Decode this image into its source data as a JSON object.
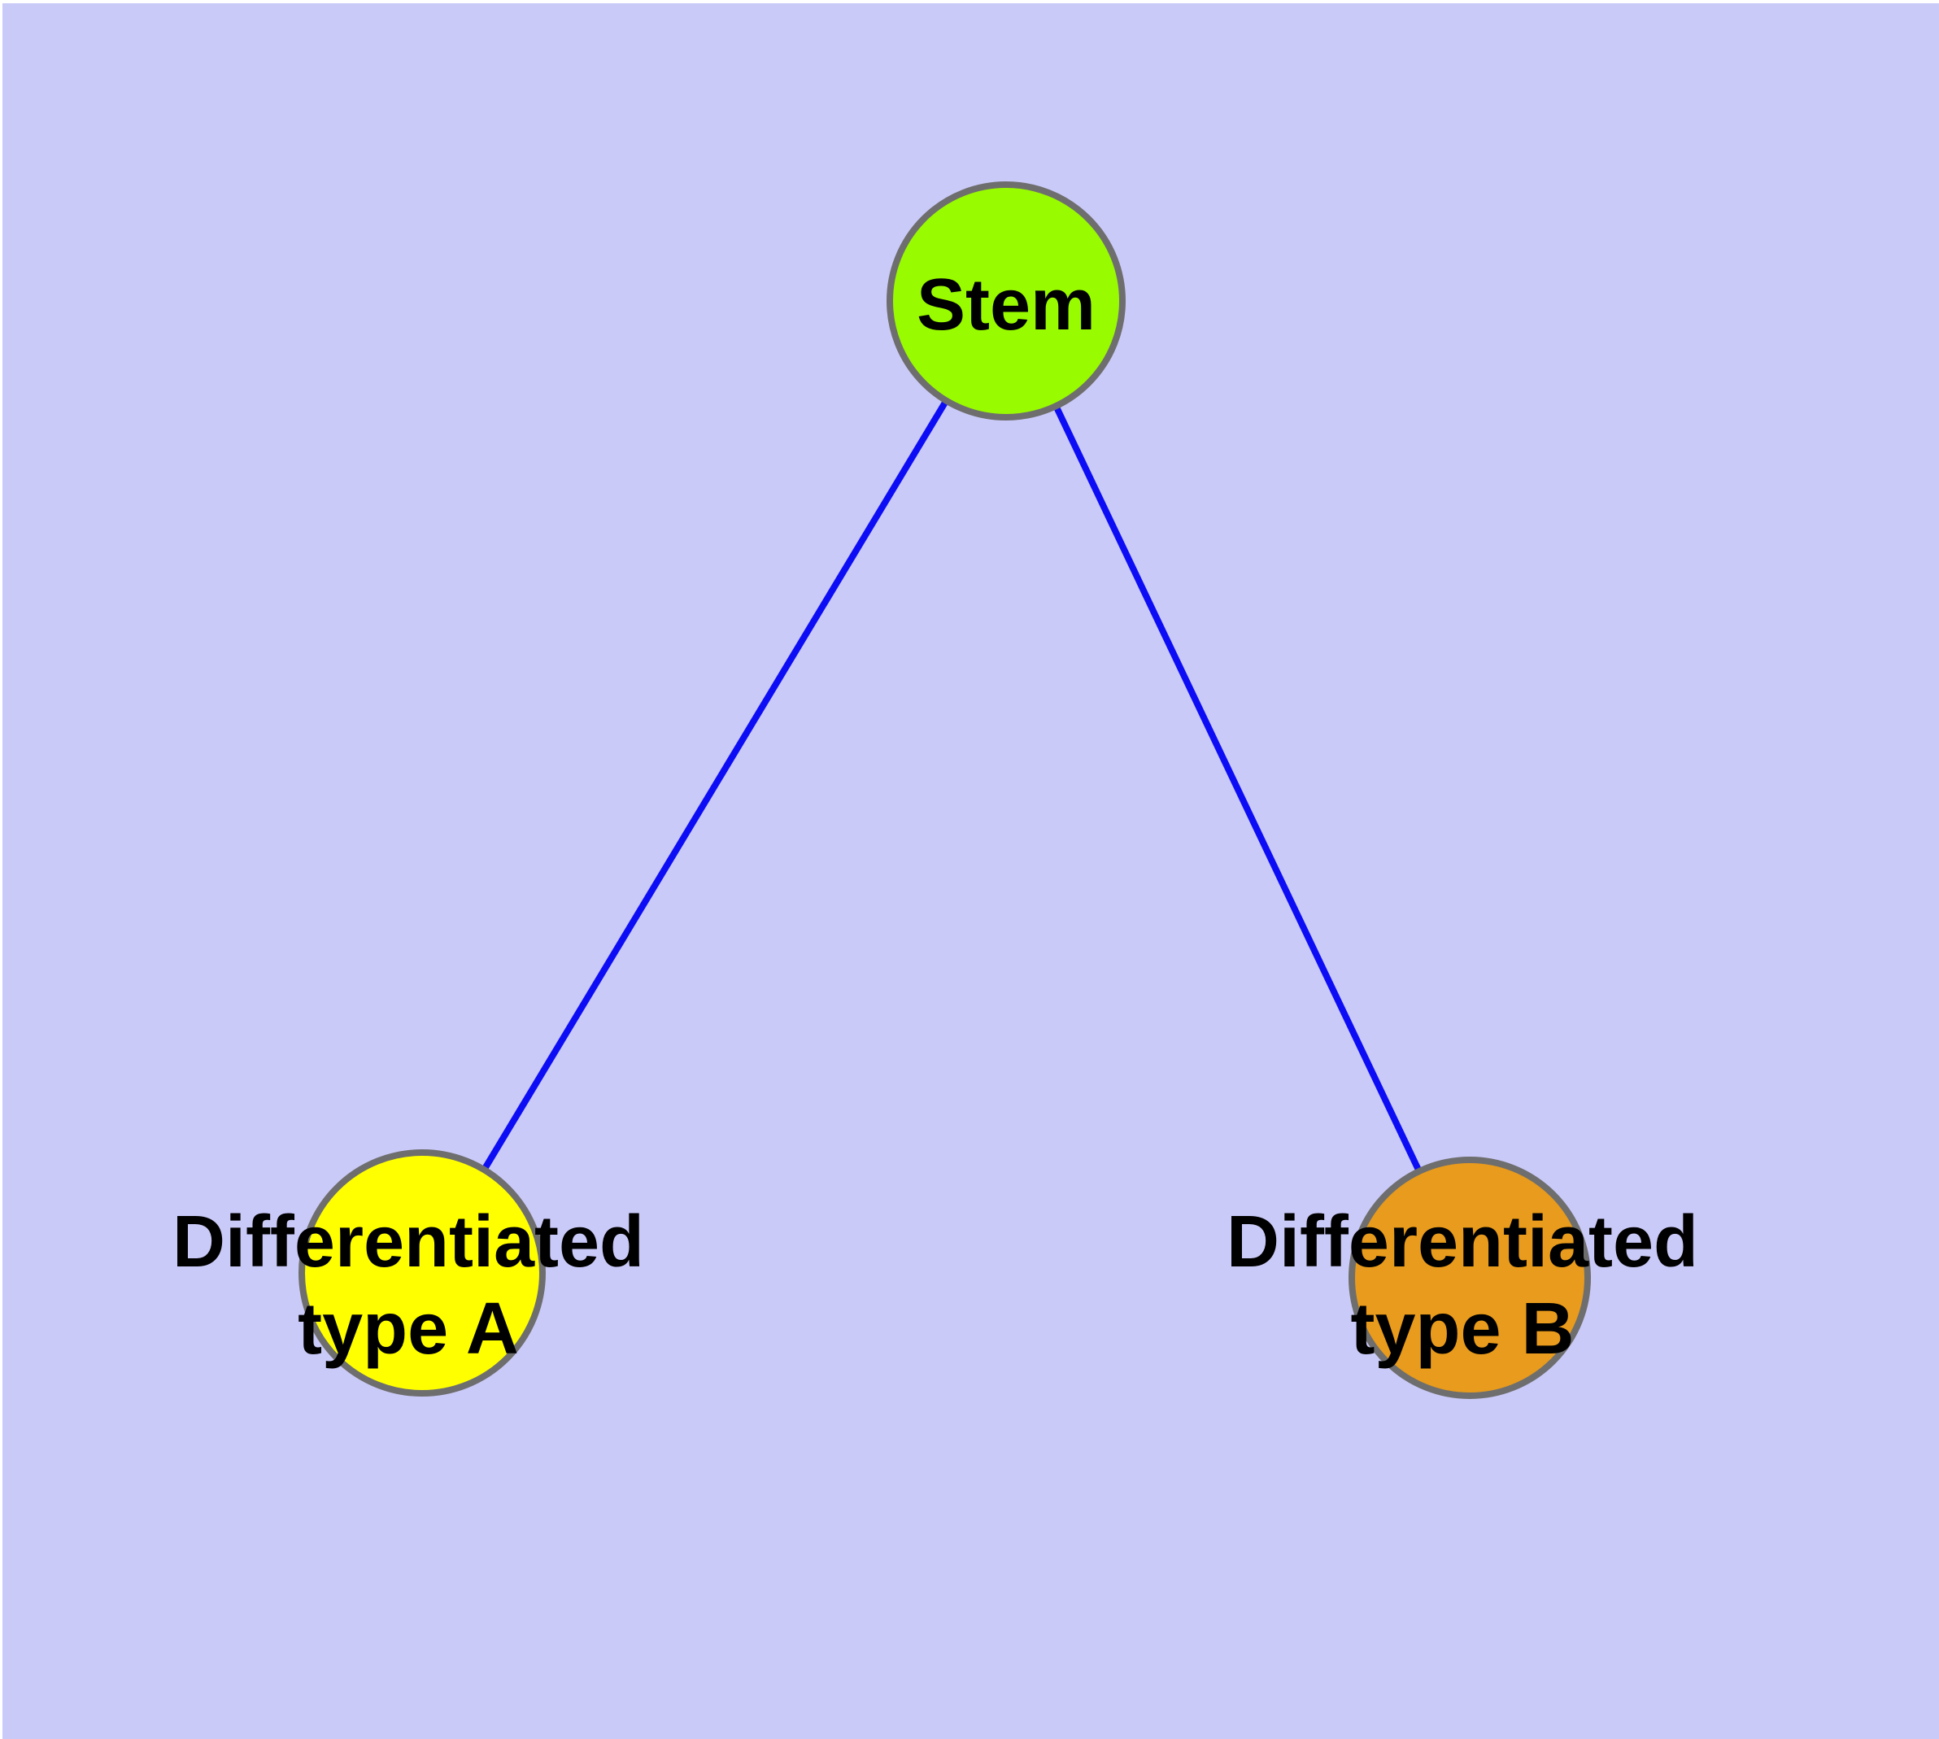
{
  "diagram": {
    "background_color": "#cacaf9",
    "edge_color": "#0d0df5",
    "node_border_color": "#6e6e6e",
    "label_color": "#000000",
    "nodes": [
      {
        "id": "stem",
        "label": "Stem",
        "lines": [
          "Stem"
        ],
        "fill": "#99fb00"
      },
      {
        "id": "differentiated-type-a",
        "label": "Differentiated type A",
        "lines": [
          "Differentiated",
          "type A"
        ],
        "fill": "#ffff00"
      },
      {
        "id": "differentiated-type-b",
        "label": "Differentiated type B",
        "lines": [
          "Differentiated",
          "type B"
        ],
        "fill": "#e89b1c"
      }
    ],
    "edges": [
      {
        "from": "Stem",
        "to": "Differentiated type A"
      },
      {
        "from": "Stem",
        "to": "Differentiated type B"
      }
    ]
  }
}
